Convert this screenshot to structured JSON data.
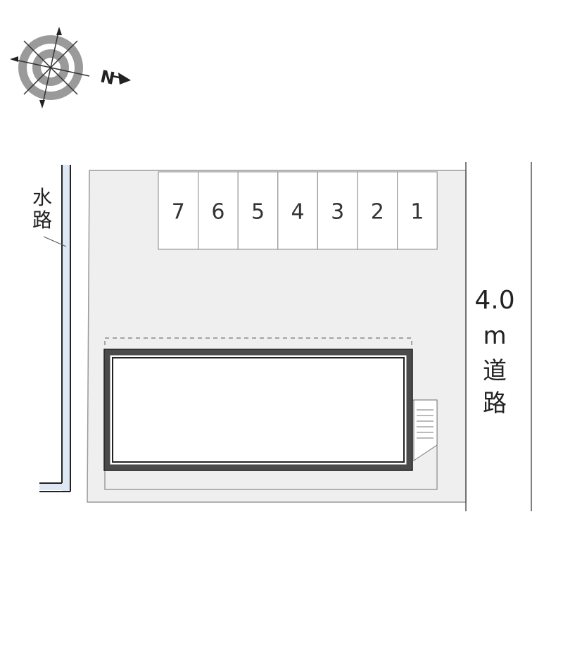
{
  "compass": {
    "north_label": "N"
  },
  "waterway": {
    "label_chars": [
      "水",
      "路"
    ]
  },
  "road": {
    "label_lines": [
      "4.0",
      "m",
      "道",
      "路"
    ]
  },
  "parking": {
    "spaces": [
      "7",
      "6",
      "5",
      "4",
      "3",
      "2",
      "1"
    ]
  },
  "colors": {
    "lot_fill": "#efefef",
    "building_outline": "#4a4a4a",
    "line": "#888888",
    "waterway_fill": "#dde8f4"
  }
}
